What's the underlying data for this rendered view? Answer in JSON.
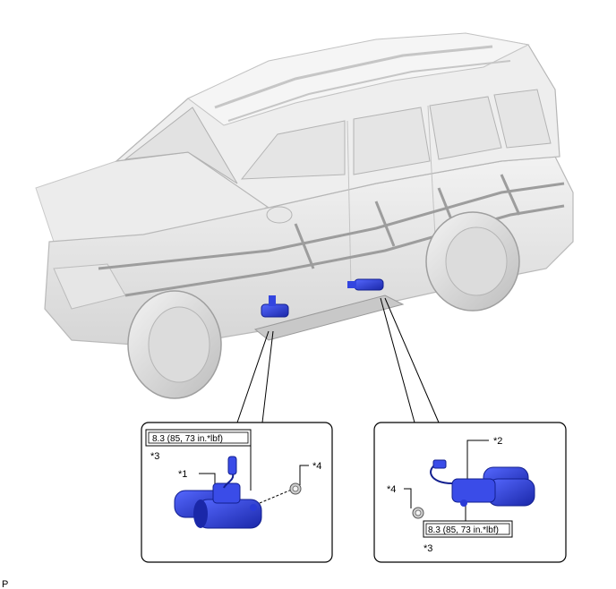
{
  "labels": {
    "left_callout_1": "*1",
    "left_callout_3": "*3",
    "left_callout_4": "*4",
    "right_callout_2": "*2",
    "right_callout_3": "*3",
    "right_callout_4": "*4",
    "left_torque": "8.3 (85, 73 in.*lbf)",
    "right_torque": "8.3 (85, 73 in.*lbf)",
    "corner_mark": "P"
  },
  "colors": {
    "part_blue": "#2a3bd6",
    "part_blue_dark": "#121f8f",
    "body_gray": "#e3e3e3",
    "line_gray": "#a8a8a8"
  }
}
